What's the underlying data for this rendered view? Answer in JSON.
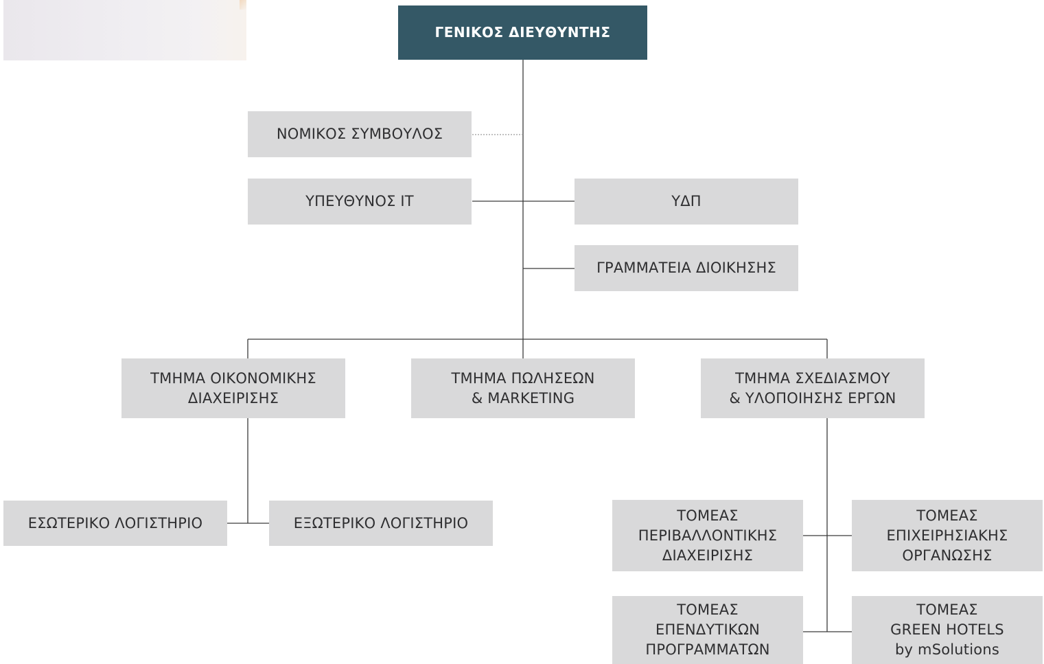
{
  "chart": {
    "nodes": {
      "general_director": "ΓΕΝΙΚΟΣ ΔΙΕΥΘΥΝΤΗΣ",
      "legal_advisor": "ΝΟΜΙΚΟΣ ΣΥΜΒΟΥΛΟΣ",
      "it_manager": "ΥΠΕΥΘΥΝΟΣ IT",
      "ydp": "ΥΔΠ",
      "admin_secretariat": "ΓΡΑΜΜΑΤΕΙΑ ΔΙΟΙΚΗΣΗΣ",
      "finance_dept": "ΤΜΗΜΑ ΟΙΚΟΝΟΜΙΚΗΣ\nΔΙΑΧΕΙΡΙΣΗΣ",
      "sales_dept": "ΤΜΗΜΑ ΠΩΛΗΣΕΩΝ\n& MARKETING",
      "planning_dept": "ΤΜΗΜΑ ΣΧΕΔΙΑΣΜΟΥ\n& ΥΛΟΠΟΙΗΣΗΣ ΕΡΓΩΝ",
      "internal_accounting": "ΕΣΩΤΕΡΙΚΟ ΛΟΓΙΣΤΗΡΙΟ",
      "external_accounting": "ΕΞΩΤΕΡΙΚΟ ΛΟΓΙΣΤΗΡΙΟ",
      "env_sector": "ΤΟΜΕΑΣ\nΠΕΡΙΒΑΛΛΟΝΤΙΚΗΣ\nΔΙΑΧΕΙΡΙΣΗΣ",
      "business_sector": "ΤΟΜΕΑΣ\nΕΠΙΧΕΙΡΗΣΙΑΚΗΣ\nΟΡΓΑΝΩΣΗΣ",
      "investment_sector": "ΤΟΜΕΑΣ\nΕΠΕΝΔΥΤΙΚΩΝ\nΠΡΟΓΡΑΜΜΑΤΩΝ",
      "green_hotels_sector": "ΤΟΜΕΑΣ\nGREEN HOTELS\nby mSolutions"
    },
    "colors": {
      "top_box": "#345866",
      "box": "#d9d9da",
      "line": "#3a3a3a",
      "text": "#2e2e30"
    }
  }
}
